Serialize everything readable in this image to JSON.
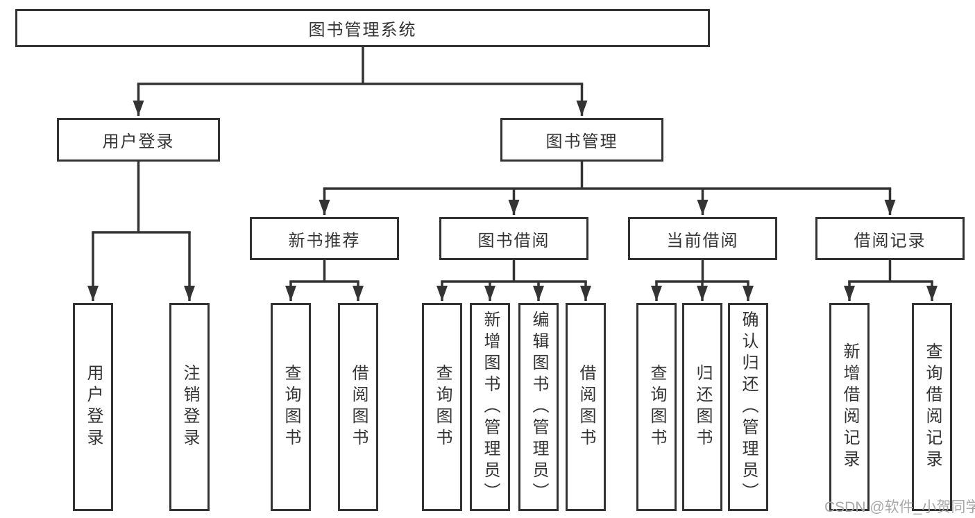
{
  "diagram_type": "org-tree",
  "tree": {
    "label": "图书管理系统",
    "children": [
      {
        "label": "用户登录",
        "children": [
          {
            "label": "用户登录"
          },
          {
            "label": "注销登录"
          }
        ]
      },
      {
        "label": "图书管理",
        "children": [
          {
            "label": "新书推荐",
            "children": [
              {
                "label": "查询图书"
              },
              {
                "label": "借阅图书"
              }
            ]
          },
          {
            "label": "图书借阅",
            "children": [
              {
                "label": "查询图书"
              },
              {
                "label": "新增图书（管理员）"
              },
              {
                "label": "编辑图书（管理员）"
              },
              {
                "label": "借阅图书"
              }
            ]
          },
          {
            "label": "当前借阅",
            "children": [
              {
                "label": "查询图书"
              },
              {
                "label": "归还图书"
              },
              {
                "label": "确认归还（管理员）"
              }
            ]
          },
          {
            "label": "借阅记录",
            "children": [
              {
                "label": "新增借阅记录"
              },
              {
                "label": "查询借阅记录"
              }
            ]
          }
        ]
      }
    ]
  },
  "watermark": "CSDN @软件_小贺同学",
  "colors": {
    "line": "#333333",
    "box_border": "#333333",
    "text": "#333333",
    "watermark": "#a8a8a8",
    "background": "#ffffff"
  }
}
